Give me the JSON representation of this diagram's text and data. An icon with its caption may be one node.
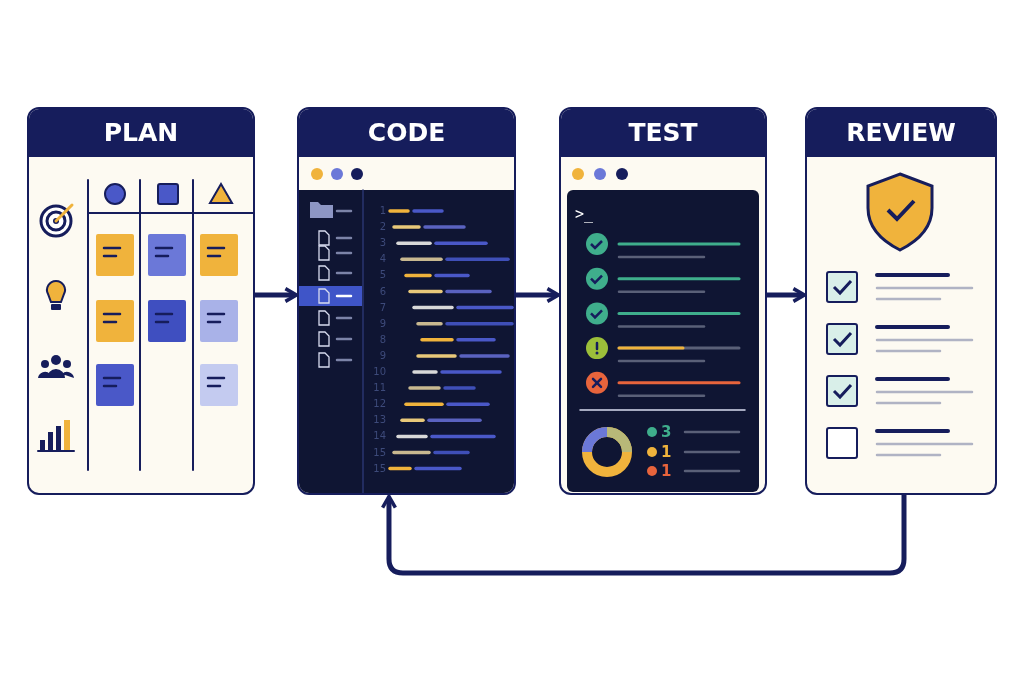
{
  "diagram": {
    "nodes": [
      {
        "text": [
          "PLAN"
        ]
      },
      {
        "text": [
          "CODE"
        ]
      },
      {
        "text": [
          "TEST"
        ]
      },
      {
        "text": [
          "REVIEW"
        ]
      }
    ],
    "edges": [
      {
        "from": 0,
        "to": 1,
        "arrow": "to"
      },
      {
        "from": 1,
        "to": 2,
        "arrow": "to"
      },
      {
        "from": 2,
        "to": 3,
        "arrow": "to"
      },
      {
        "from": 3,
        "to": 1,
        "arrow": "to"
      }
    ],
    "labels": [
      "1",
      "2",
      "3",
      "4",
      "5",
      "6",
      "7",
      "9",
      "8",
      "9",
      "10",
      "11",
      "12",
      "13",
      "14",
      "15",
      "15",
      ">_",
      "3",
      "1",
      "1"
    ]
  }
}
